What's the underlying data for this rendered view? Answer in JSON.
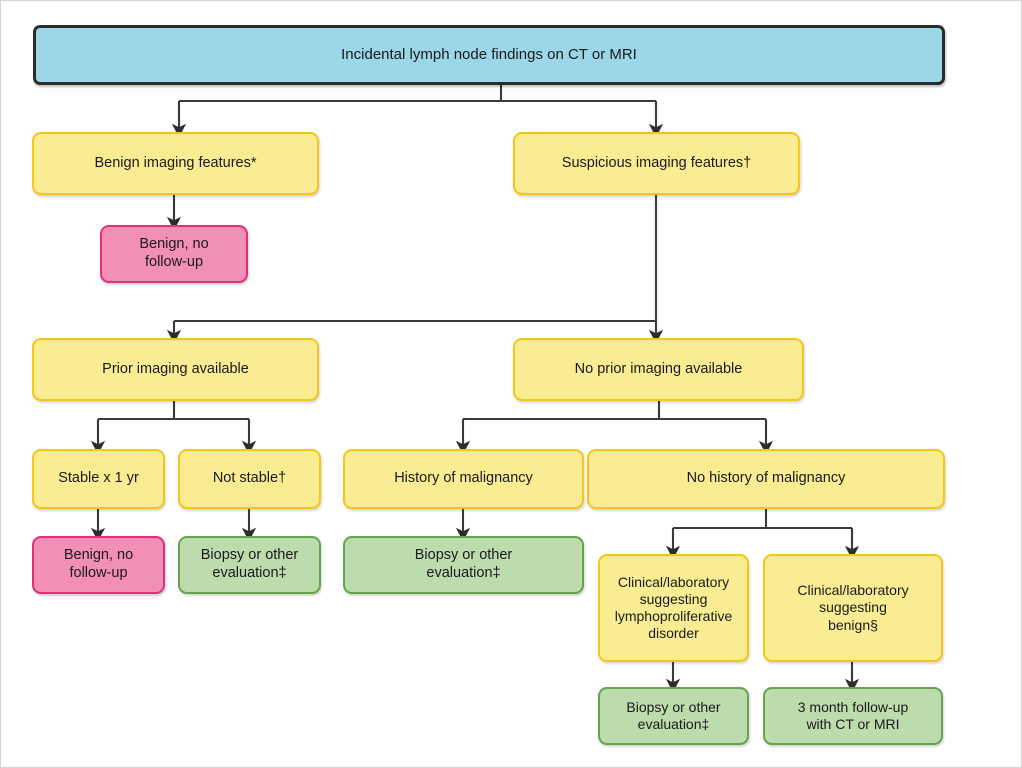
{
  "diagram": {
    "title": "Incidental lymph node findings on CT or MRI algorithm",
    "colors": {
      "blue_fill": "#9BD7E8",
      "blue_border": "#2b2b2b",
      "yellow_fill": "#FAEC92",
      "yellow_border": "#F5C518",
      "pink_fill": "#F28FB4",
      "pink_border": "#E52E7B",
      "green_fill": "#BCDCAE",
      "green_border": "#63A44D",
      "connector": "#3a3a3a",
      "page_background": "#ffffff"
    },
    "nodes": {
      "root": "Incidental lymph node findings on CT or MRI",
      "benign_features": "Benign imaging features*",
      "benign_no_followup_1": "Benign, no\nfollow-up",
      "suspicious_features": "Suspicious imaging features†",
      "prior_imaging": "Prior imaging available",
      "no_prior_imaging": "No prior imaging available",
      "stable_1yr": "Stable x 1 yr",
      "not_stable": "Not stable†",
      "benign_no_followup_2": "Benign, no\nfollow-up",
      "biopsy_eval_1": "Biopsy or other\nevaluation‡",
      "history_malignancy": "History of malignancy",
      "biopsy_eval_2": "Biopsy or other\nevaluation‡",
      "no_history_malignancy": "No history of malignancy",
      "clinical_lymphoproliferative": "Clinical/laboratory\nsuggesting\nlymphoproliferative\ndisorder",
      "clinical_benign": "Clinical/laboratory\nsuggesting\nbenign§",
      "biopsy_eval_3": "Biopsy or other\nevaluation‡",
      "three_month_followup": "3 month follow-up\nwith CT or MRI"
    },
    "edges": [
      {
        "from": "root",
        "to": "benign_features"
      },
      {
        "from": "root",
        "to": "suspicious_features"
      },
      {
        "from": "benign_features",
        "to": "benign_no_followup_1"
      },
      {
        "from": "suspicious_features",
        "to": "prior_imaging"
      },
      {
        "from": "suspicious_features",
        "to": "no_prior_imaging"
      },
      {
        "from": "prior_imaging",
        "to": "stable_1yr"
      },
      {
        "from": "prior_imaging",
        "to": "not_stable"
      },
      {
        "from": "stable_1yr",
        "to": "benign_no_followup_2"
      },
      {
        "from": "not_stable",
        "to": "biopsy_eval_1"
      },
      {
        "from": "no_prior_imaging",
        "to": "history_malignancy"
      },
      {
        "from": "no_prior_imaging",
        "to": "no_history_malignancy"
      },
      {
        "from": "history_malignancy",
        "to": "biopsy_eval_2"
      },
      {
        "from": "no_history_malignancy",
        "to": "clinical_lymphoproliferative"
      },
      {
        "from": "no_history_malignancy",
        "to": "clinical_benign"
      },
      {
        "from": "clinical_lymphoproliferative",
        "to": "biopsy_eval_3"
      },
      {
        "from": "clinical_benign",
        "to": "three_month_followup"
      }
    ]
  }
}
